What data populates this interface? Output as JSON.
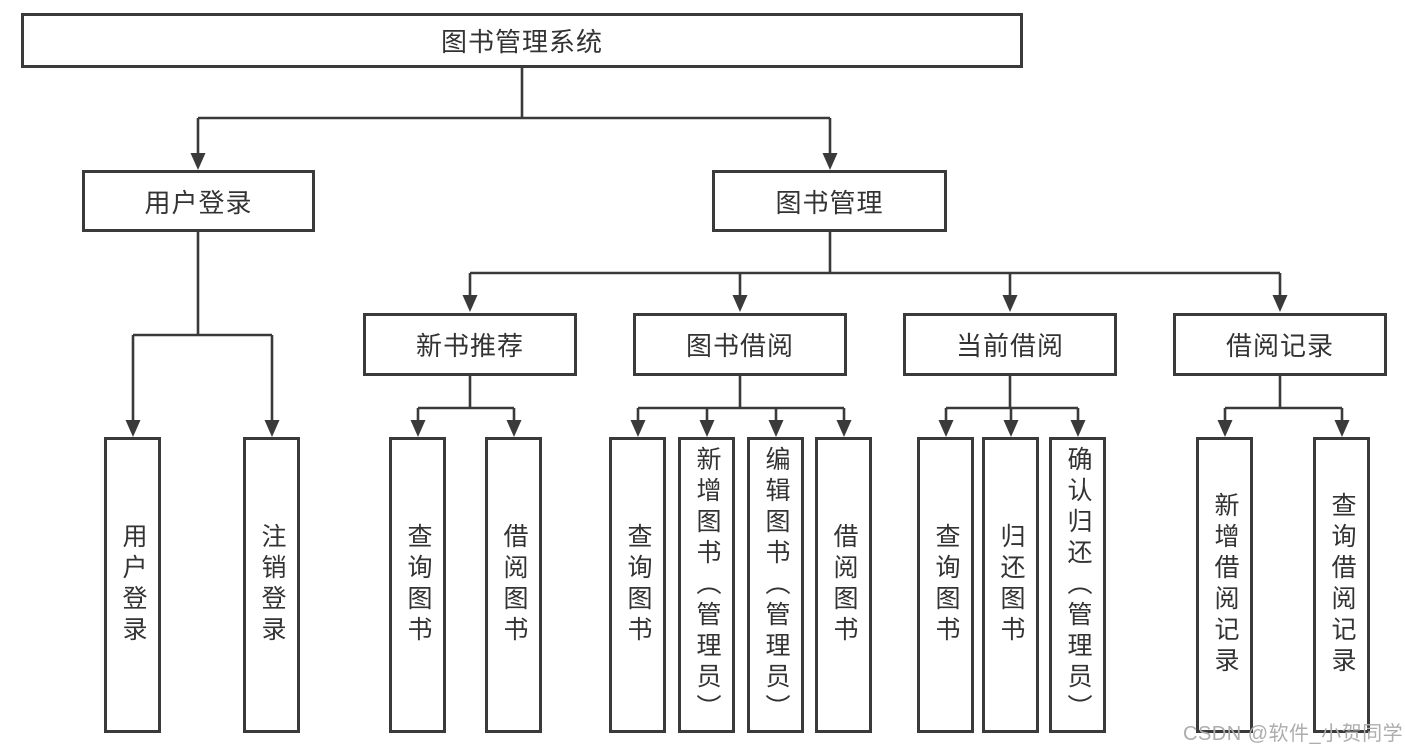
{
  "diagram": {
    "root": {
      "label": "图书管理系统"
    },
    "level2": [
      {
        "label": "用户登录",
        "children": [
          {
            "label": "用户登录"
          },
          {
            "label": "注销登录"
          }
        ]
      },
      {
        "label": "图书管理",
        "children": [
          {
            "label": "新书推荐",
            "children": [
              {
                "label": "查询图书"
              },
              {
                "label": "借阅图书"
              }
            ]
          },
          {
            "label": "图书借阅",
            "children": [
              {
                "label": "查询图书"
              },
              {
                "label": "新增图书（管理员）"
              },
              {
                "label": "编辑图书（管理员）"
              },
              {
                "label": "借阅图书"
              }
            ]
          },
          {
            "label": "当前借阅",
            "children": [
              {
                "label": "查询图书"
              },
              {
                "label": "归还图书"
              },
              {
                "label": "确认归还（管理员）"
              }
            ]
          },
          {
            "label": "借阅记录",
            "children": [
              {
                "label": "新增借阅记录"
              },
              {
                "label": "查询借阅记录"
              }
            ]
          }
        ]
      }
    ]
  },
  "colors": {
    "line": "#3a3a3a",
    "text": "#333333",
    "watermark_gray": "#adadad"
  },
  "watermark": {
    "text": "CSDN @软件_小贺同学"
  }
}
